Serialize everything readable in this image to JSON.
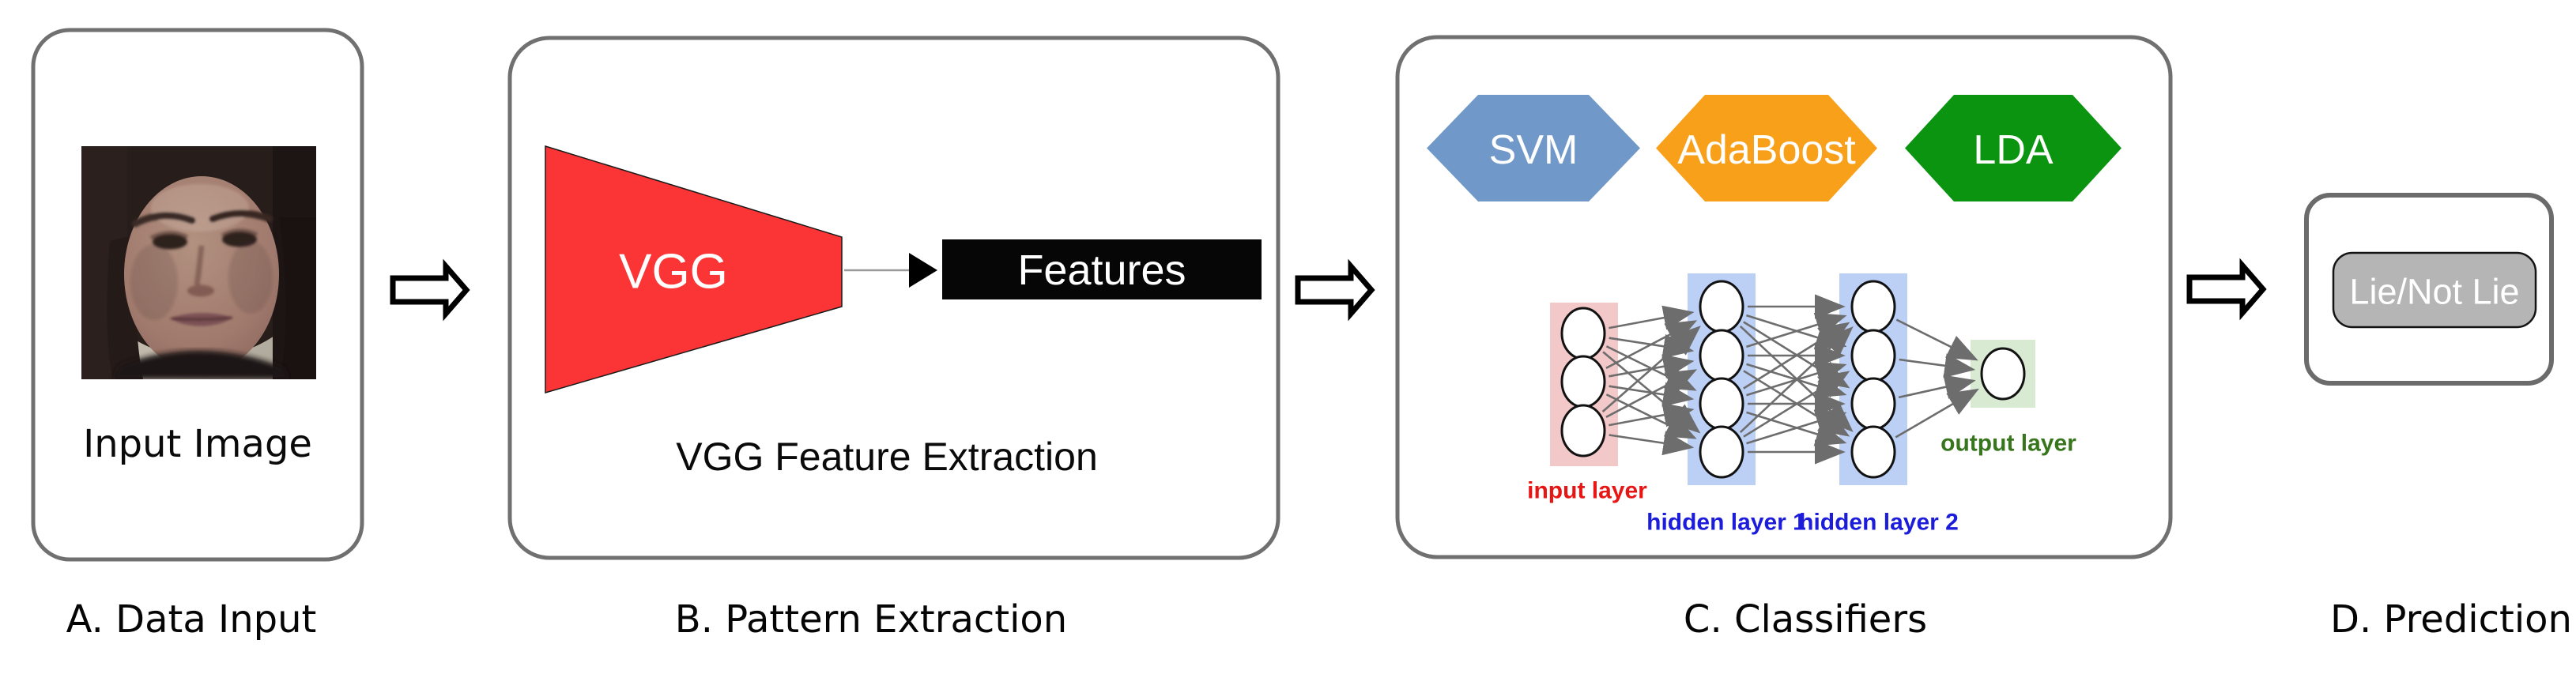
{
  "figure": {
    "captions": {
      "a": "A. Data Input",
      "b": "B. Pattern Extraction",
      "c": "C. Classifiers",
      "d": "D. Prediction"
    }
  },
  "panel_a": {
    "image_label": "Input Image",
    "photo": "portrait-of-woman-face"
  },
  "panel_b": {
    "vgg_label": "VGG",
    "features_label": "Features",
    "subtitle": "VGG Feature Extraction",
    "trapezoid_color": "#fb3535",
    "features_bg": "#060606"
  },
  "panel_c": {
    "classifiers": [
      {
        "label": "SVM",
        "color": "#7098C9"
      },
      {
        "label": "AdaBoost",
        "color": "#F9A01B"
      },
      {
        "label": "LDA",
        "color": "#0B9410"
      }
    ],
    "network": {
      "layers": [
        {
          "label": "input layer",
          "nodes": 3,
          "band_color": "#f2c8c8",
          "label_color": "#e81515"
        },
        {
          "label": "hidden layer 1",
          "nodes": 4,
          "band_color": "#bcd0f5",
          "label_color": "#1c1cdb"
        },
        {
          "label": "hidden layer 2",
          "nodes": 4,
          "band_color": "#bcd0f5",
          "label_color": "#1c1cdb"
        },
        {
          "label": "output layer",
          "nodes": 1,
          "band_color": "#d9ead3",
          "label_color": "#38761d"
        }
      ]
    }
  },
  "panel_d": {
    "button_label": "Lie/Not Lie",
    "button_color": "#b5b5b5"
  }
}
